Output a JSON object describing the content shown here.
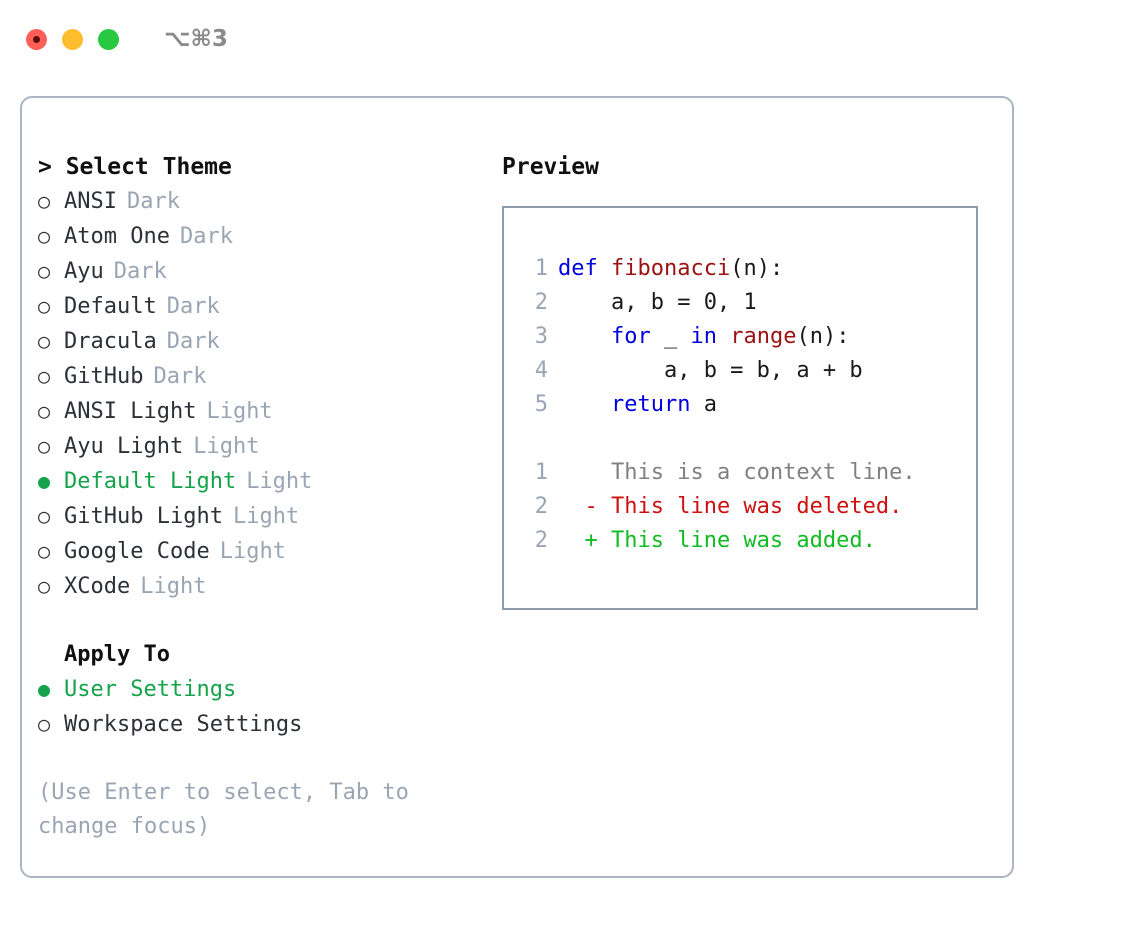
{
  "titlebar": {
    "shortcut": "⌥⌘3",
    "buttons": [
      {
        "name": "close",
        "color": "#ff5f57",
        "has_dot": true
      },
      {
        "name": "minimize",
        "color": "#ffbd2e",
        "has_dot": false
      },
      {
        "name": "maximize",
        "color": "#28c840",
        "has_dot": false
      }
    ]
  },
  "theme_picker": {
    "header": "> Select Theme",
    "markers": {
      "selected": "●",
      "unselected": "○"
    },
    "items": [
      {
        "label": "ANSI",
        "tag": "Dark",
        "selected": false
      },
      {
        "label": "Atom One",
        "tag": "Dark",
        "selected": false
      },
      {
        "label": "Ayu",
        "tag": "Dark",
        "selected": false
      },
      {
        "label": "Default",
        "tag": "Dark",
        "selected": false
      },
      {
        "label": "Dracula",
        "tag": "Dark",
        "selected": false
      },
      {
        "label": "GitHub",
        "tag": "Dark",
        "selected": false
      },
      {
        "label": "ANSI Light",
        "tag": "Light",
        "selected": false
      },
      {
        "label": "Ayu Light",
        "tag": "Light",
        "selected": false
      },
      {
        "label": "Default Light",
        "tag": "Light",
        "selected": true
      },
      {
        "label": "GitHub Light",
        "tag": "Light",
        "selected": false
      },
      {
        "label": "Google Code",
        "tag": "Light",
        "selected": false
      },
      {
        "label": "XCode",
        "tag": "Light",
        "selected": false
      }
    ]
  },
  "apply_to": {
    "header": "Apply To",
    "items": [
      {
        "label": "User Settings",
        "selected": true
      },
      {
        "label": "Workspace Settings",
        "selected": false
      }
    ]
  },
  "help_text": "(Use Enter to select, Tab to change focus)",
  "preview": {
    "header": "Preview",
    "code_lines": [
      {
        "no": "1",
        "tokens": [
          {
            "t": "def ",
            "c": "kw"
          },
          {
            "t": "fibonacci",
            "c": "fn"
          },
          {
            "t": "(n):",
            "c": "pl"
          }
        ]
      },
      {
        "no": "2",
        "tokens": [
          {
            "t": "    a, b = 0, 1",
            "c": "pl"
          }
        ]
      },
      {
        "no": "3",
        "tokens": [
          {
            "t": "    ",
            "c": "pl"
          },
          {
            "t": "for",
            "c": "kw"
          },
          {
            "t": " _ ",
            "c": "pl"
          },
          {
            "t": "in",
            "c": "kw"
          },
          {
            "t": " ",
            "c": "pl"
          },
          {
            "t": "range",
            "c": "fn"
          },
          {
            "t": "(n):",
            "c": "pl"
          }
        ]
      },
      {
        "no": "4",
        "tokens": [
          {
            "t": "        a, b = b, a + b",
            "c": "pl"
          }
        ]
      },
      {
        "no": "5",
        "tokens": [
          {
            "t": "    ",
            "c": "pl"
          },
          {
            "t": "return",
            "c": "kw"
          },
          {
            "t": " a",
            "c": "pl"
          }
        ]
      }
    ],
    "diff_lines": [
      {
        "no": "1",
        "sign": " ",
        "text": "This is a context line.",
        "kind": "ctx"
      },
      {
        "no": "2",
        "sign": "-",
        "text": "This line was deleted.",
        "kind": "del"
      },
      {
        "no": "2",
        "sign": "+",
        "text": "This line was added.",
        "kind": "add"
      }
    ]
  },
  "colors": {
    "accent_green": "#14a34a",
    "tag_gray": "#9aa5b4",
    "border": "#aab4c0",
    "preview_border": "#8e9bab",
    "keyword_blue": "#0000dd",
    "function_red": "#9c1212",
    "diff_deleted": "#cc1111",
    "diff_added": "#11bb22",
    "diff_context": "#808080"
  }
}
